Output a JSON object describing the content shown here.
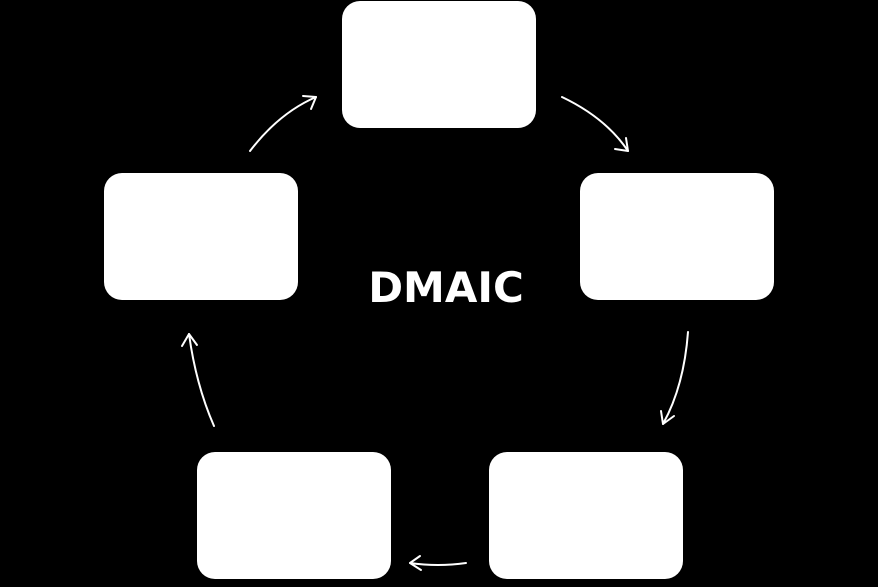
{
  "diagram": {
    "center_label": "DMAIC",
    "colors": {
      "background": "#000000",
      "box_fill": "#ffffff",
      "arrow": "#ffffff",
      "label": "#ffffff"
    },
    "nodes": [
      {
        "id": "top",
        "label": ""
      },
      {
        "id": "right",
        "label": ""
      },
      {
        "id": "bottom-right",
        "label": ""
      },
      {
        "id": "bottom-left",
        "label": ""
      },
      {
        "id": "left",
        "label": ""
      }
    ],
    "flow_direction": "clockwise"
  }
}
